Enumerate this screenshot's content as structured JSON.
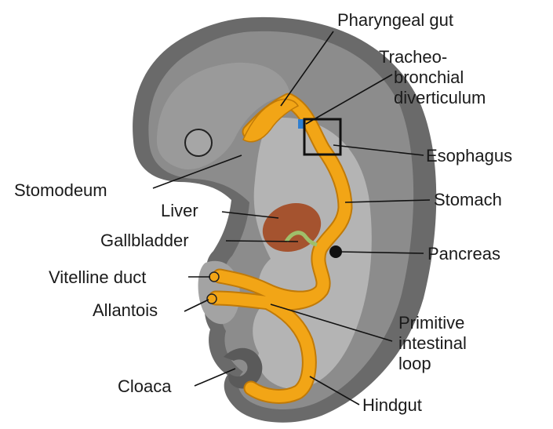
{
  "labels": {
    "pharyngeal_gut": "Pharyngeal gut",
    "tracheo_line1": "Tracheo-",
    "tracheo_line2": "bronchial",
    "tracheo_line3": "diverticulum",
    "esophagus": "Esophagus",
    "stomodeum": "Stomodeum",
    "stomach": "Stomach",
    "liver": "Liver",
    "gallbladder": "Gallbladder",
    "pancreas": "Pancreas",
    "vitelline_duct": "Vitelline duct",
    "allantois": "Allantois",
    "primitive_line1": "Primitive",
    "primitive_line2": "intestinal",
    "primitive_line3": "loop",
    "cloaca": "Cloaca",
    "hindgut": "Hindgut"
  },
  "colors": {
    "embryo_outer": "#6a6a6a",
    "embryo_mid": "#8c8c8c",
    "embryo_inner": "#b4b4b4",
    "gut": "#f2a516",
    "gut_edge": "#c07a08",
    "liver": "#a5532f",
    "gallbladder": "#9fbf6a",
    "pancreas": "#111111",
    "diverticulum": "#2f7fd0"
  }
}
